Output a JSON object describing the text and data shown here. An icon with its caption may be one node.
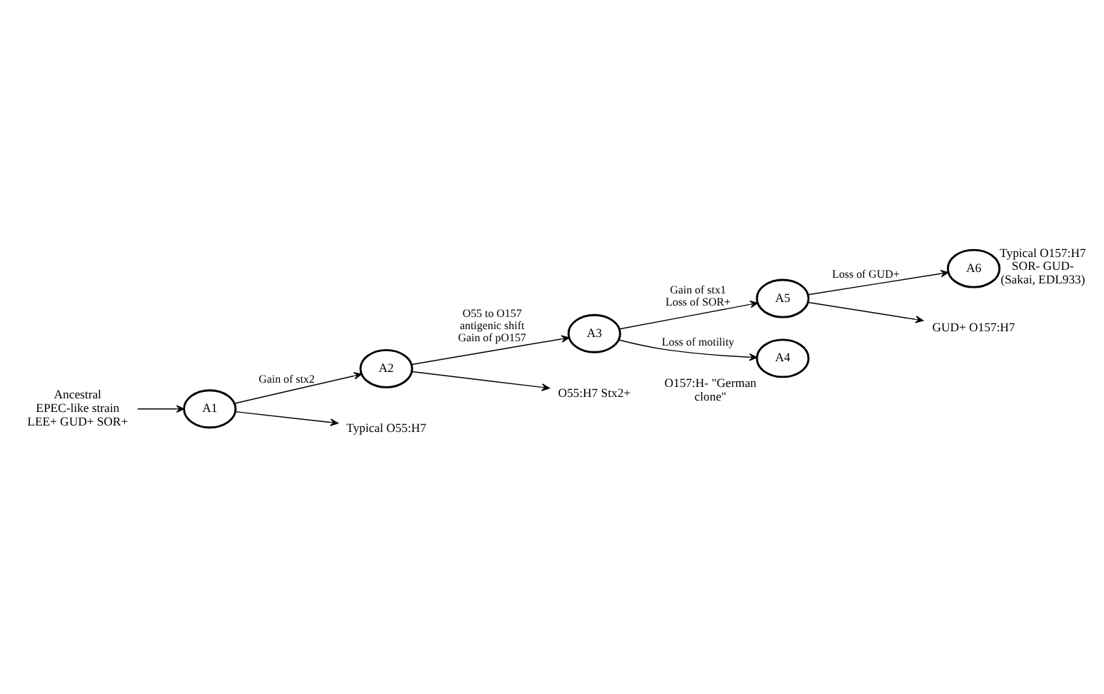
{
  "diagram": {
    "nodes": [
      {
        "text": [
          "Ancestral EPEC-like strain LEE+ GUD+ SOR+"
        ]
      },
      {
        "text": [
          "A1"
        ]
      },
      {
        "text": [
          "A2"
        ]
      },
      {
        "text": [
          "Typical O55:H7"
        ]
      },
      {
        "text": [
          "A3"
        ]
      },
      {
        "text": [
          "O55:H7 Stx2+"
        ]
      },
      {
        "text": [
          "A5"
        ]
      },
      {
        "text": [
          "A4"
        ],
        "beside": [
          "O157:H- \"German clone\""
        ]
      },
      {
        "text": [
          "A6"
        ],
        "beside": [
          "Typical O157:H7 SOR- GUD- (Sakai, EDL933)"
        ]
      },
      {
        "text": [
          "GUD+ O157:H7"
        ]
      }
    ],
    "edges": [
      {
        "from": 0,
        "to": 1,
        "arrow": "to"
      },
      {
        "from": 1,
        "to": 2,
        "arrow": "to",
        "label": "Gain of stx2"
      },
      {
        "from": 1,
        "to": 3,
        "arrow": "to"
      },
      {
        "from": 2,
        "to": 4,
        "arrow": "to",
        "label": "O55 to O157 antigenic shift Gain of pO157"
      },
      {
        "from": 2,
        "to": 5,
        "arrow": "to"
      },
      {
        "from": 4,
        "to": 6,
        "arrow": "to",
        "label": "Gain of stx1 Loss of SOR+"
      },
      {
        "from": 4,
        "to": 7,
        "arrow": "to",
        "label": "Loss of motility"
      },
      {
        "from": 6,
        "to": 8,
        "arrow": "to",
        "label": "Loss of GUD+"
      },
      {
        "from": 6,
        "to": 9,
        "arrow": "to"
      }
    ]
  }
}
